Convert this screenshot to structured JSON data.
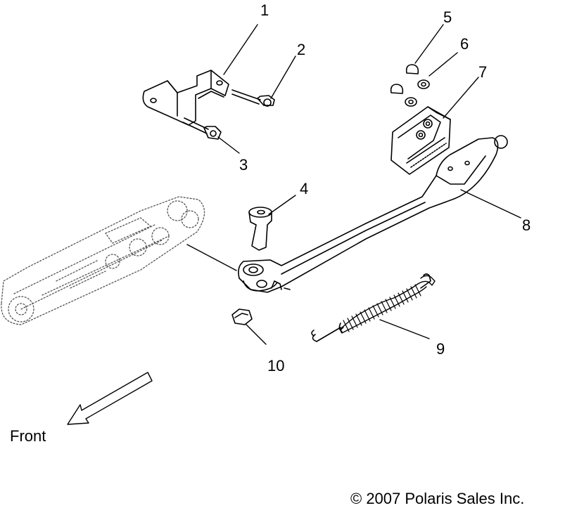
{
  "callouts": [
    {
      "id": "1",
      "label": "1"
    },
    {
      "id": "2",
      "label": "2"
    },
    {
      "id": "3",
      "label": "3"
    },
    {
      "id": "4",
      "label": "4"
    },
    {
      "id": "5",
      "label": "5"
    },
    {
      "id": "6",
      "label": "6"
    },
    {
      "id": "7",
      "label": "7"
    },
    {
      "id": "8",
      "label": "8"
    },
    {
      "id": "9",
      "label": "9"
    },
    {
      "id": "10",
      "label": "10"
    }
  ],
  "front_label": "Front",
  "copyright": "© 2007 Polaris Sales Inc."
}
